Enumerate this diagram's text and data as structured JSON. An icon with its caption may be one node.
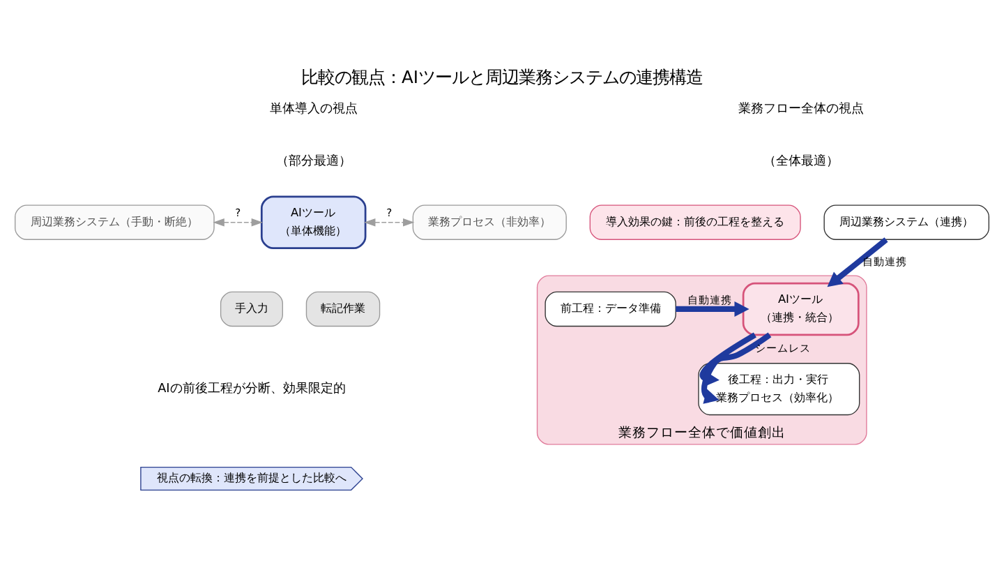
{
  "diagram": {
    "title": "比較の観点：AIツールと周辺業務システムの連携構造",
    "nodes": [
      {
        "text": [
          "周辺業務システム（手動・断絶）"
        ]
      },
      {
        "text": [
          "AIツール",
          "（単体機能）"
        ]
      },
      {
        "text": [
          "業務プロセス（非効率）"
        ]
      },
      {
        "text": [
          "手入力"
        ]
      },
      {
        "text": [
          "転記作業"
        ]
      },
      {
        "text": [
          "導入効果の鍵：前後の工程を整える"
        ]
      },
      {
        "text": [
          "周辺業務システム（連携）"
        ]
      },
      {
        "text": [
          "業務フロー全体で価値創出"
        ]
      },
      {
        "text": [
          "AIツール",
          "（連携・統合）"
        ],
        "in": 7
      },
      {
        "text": [
          "前工程：データ準備"
        ],
        "in": 7
      },
      {
        "text": [
          "後工程：出力・実行",
          "業務プロセス（効率化）"
        ],
        "in": 7
      },
      {
        "text": [
          "視点の転換：連携を前提とした比較へ"
        ]
      }
    ],
    "edges": [
      {
        "from": 0,
        "to": 1,
        "arrow": "both",
        "style": "dashed",
        "color": "#9e9e9e",
        "label": "?"
      },
      {
        "from": 1,
        "to": 2,
        "arrow": "both",
        "style": "dashed",
        "color": "#9e9e9e",
        "label": "?"
      },
      {
        "from": 6,
        "to": 8,
        "arrow": "to",
        "label": "自動連携"
      },
      {
        "from": 9,
        "to": 8,
        "arrow": "to",
        "label": "自動連携"
      },
      {
        "from": 8,
        "to": 10,
        "arrow": "to"
      },
      {
        "from": 8,
        "to": 10,
        "arrow": "to",
        "label": "シームレス"
      }
    ],
    "labels": [
      "単体導入の視点",
      "（部分最適）",
      "業務フロー全体の視点",
      "（全体最適）",
      "AIの前後工程が分断、効果限定的"
    ]
  }
}
